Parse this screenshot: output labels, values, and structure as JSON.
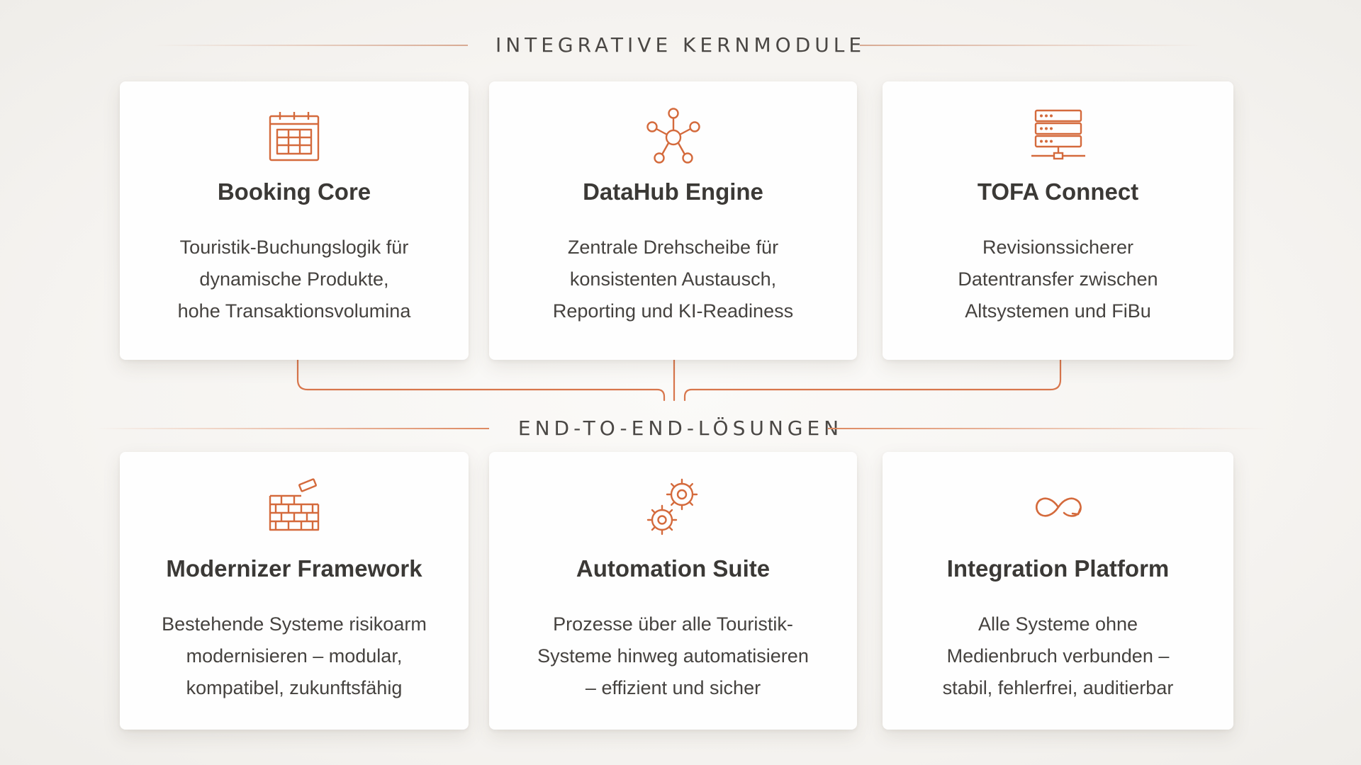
{
  "headings": {
    "top": "INTEGRATIVE KERNMODULE",
    "bottom": "END-TO-END-LÖSUNGEN"
  },
  "colors": {
    "accent": "#d46a3c",
    "accent_light": "#de8a62",
    "text": "#3b3936",
    "card": "#fefefe",
    "background": "#f6f4f1"
  },
  "core_modules": [
    {
      "icon": "calendar-icon",
      "title": "Booking Core",
      "desc": [
        "Touristik-Buchungslogik für",
        "dynamische Produkte,",
        "hohe Transaktionsvolumina"
      ]
    },
    {
      "icon": "network-hub-icon",
      "title": "DataHub Engine",
      "desc": [
        "Zentrale Drehscheibe für",
        "konsistenten Austausch,",
        "Reporting und KI-Readiness"
      ]
    },
    {
      "icon": "server-icon",
      "title": "TOFA Connect",
      "desc": [
        "Revisionssicherer",
        "Datentransfer zwischen",
        "Altsystemen und FiBu"
      ]
    }
  ],
  "solutions": [
    {
      "icon": "brick-wall-icon",
      "title": "Modernizer Framework",
      "desc": [
        "Bestehende Systeme risikoarm",
        "modernisieren – modular,",
        "kompatibel, zukunftsfähig"
      ]
    },
    {
      "icon": "gears-icon",
      "title": "Automation Suite",
      "desc": [
        "Prozesse über alle Touristik-",
        "Systeme hinweg automatisieren",
        "– effizient und sicher"
      ]
    },
    {
      "icon": "infinity-loop-icon",
      "title": "Integration Platform",
      "desc": [
        "Alle Systeme ohne",
        "Medienbruch verbunden –",
        "stabil, fehlerfrei, auditierbar"
      ]
    }
  ]
}
